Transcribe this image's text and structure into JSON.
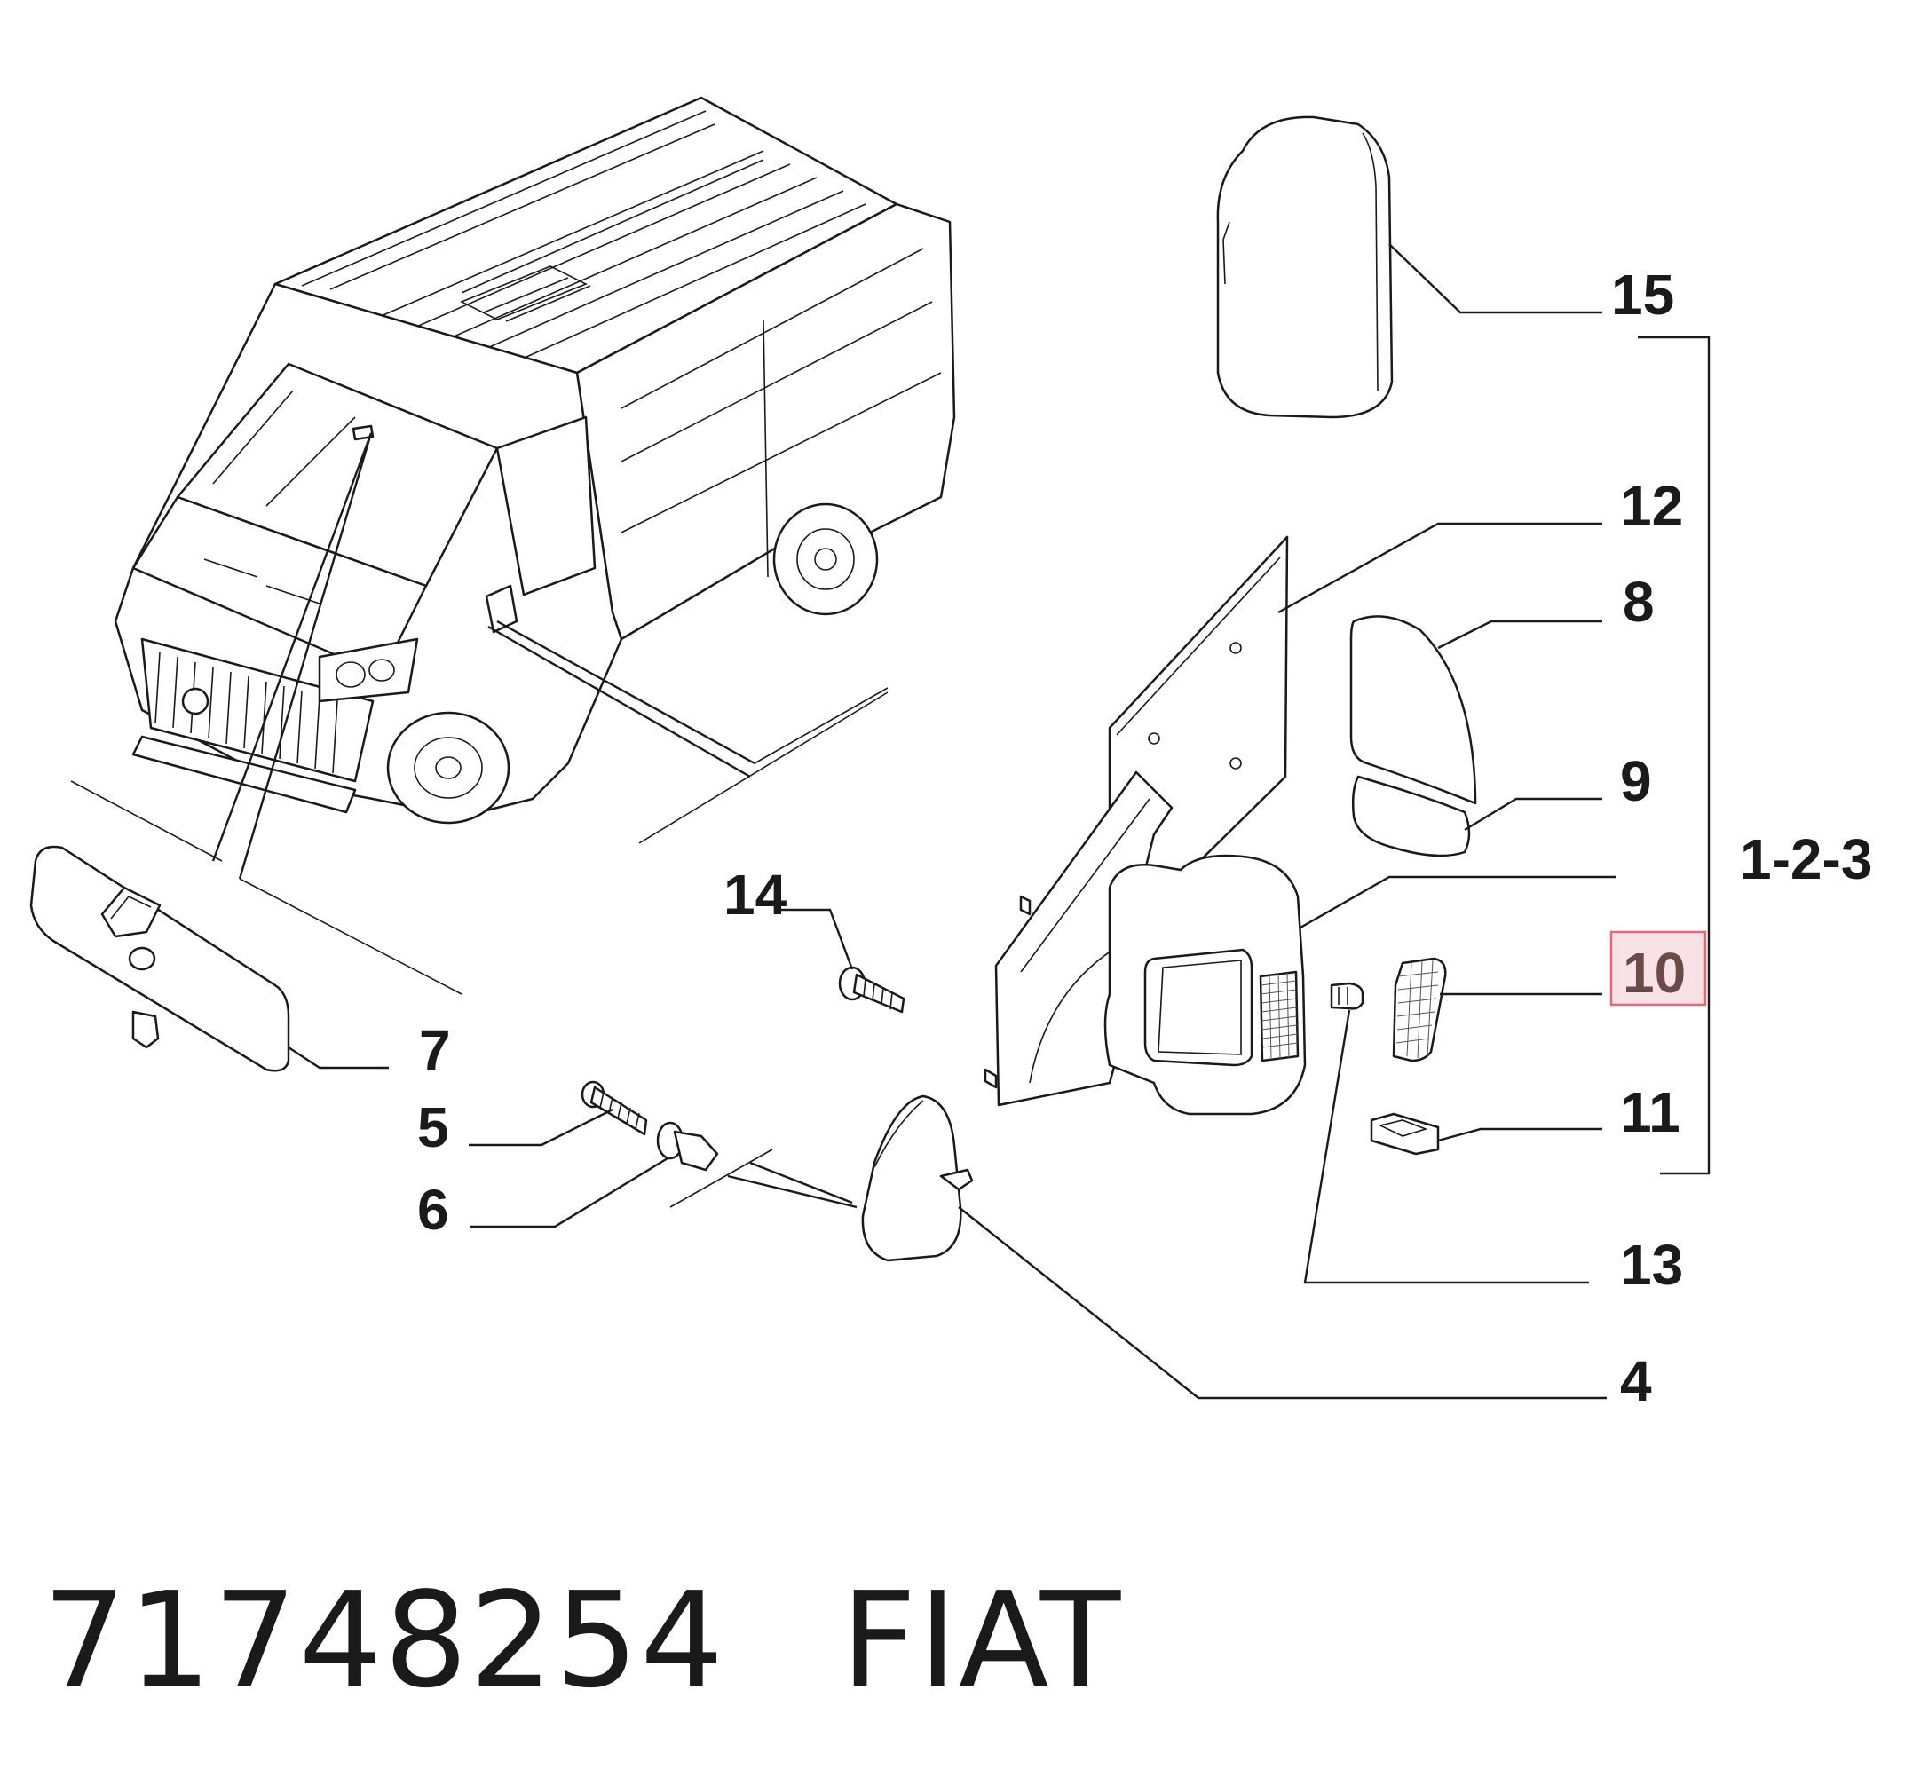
{
  "callouts": {
    "c15": "15",
    "c12": "12",
    "c8": "8",
    "c9": "9",
    "c123": "1-2-3",
    "c10": "10",
    "c11": "11",
    "c13": "13",
    "c4": "4",
    "c14": "14",
    "c7": "7",
    "c5": "5",
    "c6": "6"
  },
  "highlight": {
    "callout": "10",
    "fill": "#f9e2e6",
    "stroke": "#e06a7a"
  },
  "footer": {
    "part_number": "71748254",
    "brand": "FIAT"
  }
}
